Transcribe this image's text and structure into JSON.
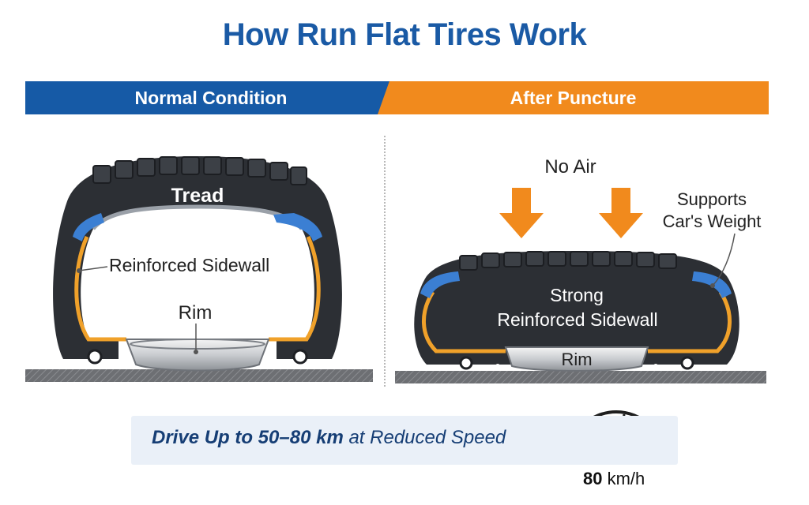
{
  "title": "How Run Flat Tires Work",
  "panels": {
    "left": {
      "heading": "Normal Condition",
      "labels": {
        "tread": "Tread",
        "sidewall": "Reinforced Sidewall",
        "rim": "Rim"
      }
    },
    "right": {
      "heading": "After Puncture",
      "labels": {
        "no_air": "No Air",
        "supports_line1": "Supports",
        "supports_line2": "Car's Weight",
        "strong_line1": "Strong",
        "strong_line2": "Reinforced Sidewall",
        "rim": "Rim"
      }
    }
  },
  "footer": {
    "text_bold_1": "Drive Up to 50–80 km",
    "text_regular": " at Reduced Speed",
    "speed_value": "80",
    "speed_unit": " km/h"
  },
  "colors": {
    "blue": "#165aa6",
    "orange": "#f18a1d",
    "tire_dark": "#2c2f34",
    "sidewall_orange": "#f0a12a"
  }
}
